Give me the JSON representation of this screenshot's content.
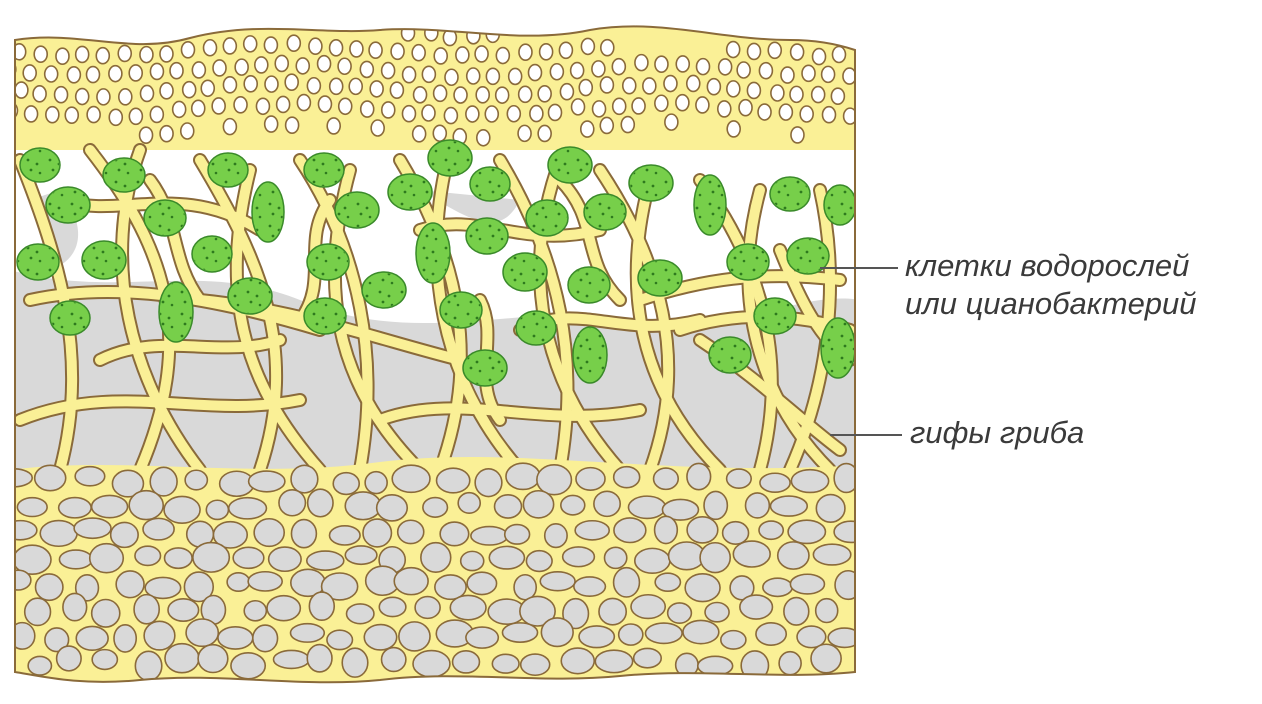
{
  "labels": {
    "algae_line1": "клетки водорослей",
    "algae_line2": "или цианобактерий",
    "hyphae": "гифы гриба"
  },
  "colors": {
    "fungal_tissue": "#faf096",
    "outline": "#8a6a3a",
    "algal_cell": "#77cf4a",
    "algal_outline": "#3a8a2a",
    "cavity": "#d9d9d9",
    "background": "#ffffff",
    "leader_line": "#555555"
  }
}
